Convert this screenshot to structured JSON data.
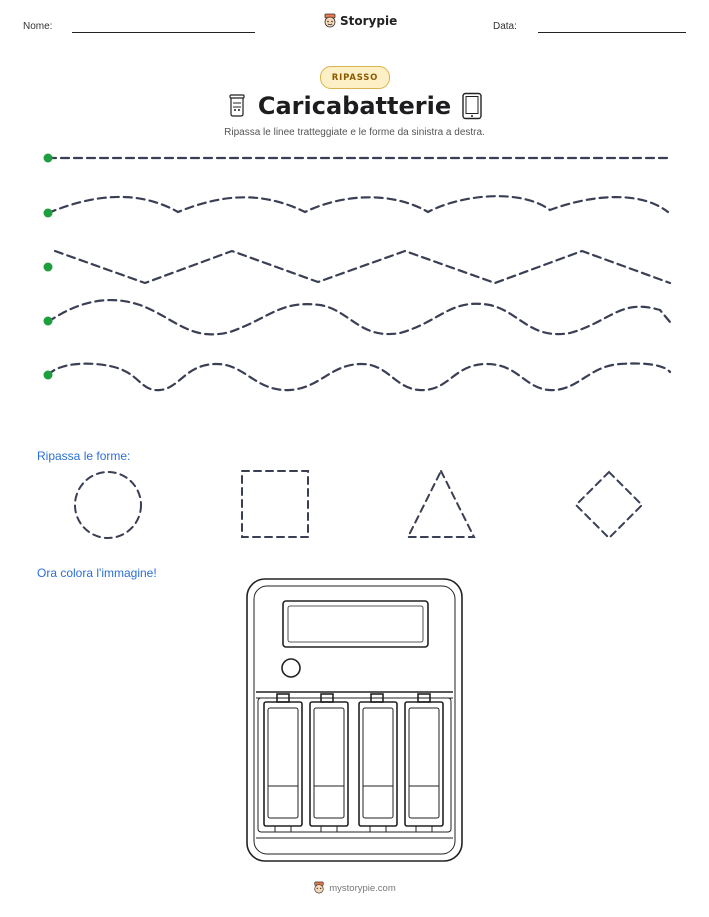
{
  "header": {
    "name_label": "Nome:",
    "date_label": "Data:",
    "brand": "Storypie"
  },
  "badge": "RIPASSO",
  "title": "Caricabatterie",
  "subtitle": "Ripassa le linee tratteggiate e le forme da sinistra a destra.",
  "trace_lines": [
    {
      "kind": "straight"
    },
    {
      "kind": "soft-wave"
    },
    {
      "kind": "zigzag"
    },
    {
      "kind": "wave"
    },
    {
      "kind": "loop-wave"
    }
  ],
  "shapes_label": "Ripassa le forme:",
  "shapes": [
    {
      "kind": "circle"
    },
    {
      "kind": "square"
    },
    {
      "kind": "triangle"
    },
    {
      "kind": "diamond"
    }
  ],
  "color_label": "Ora colora l'immagine!",
  "illustration": "battery-charger",
  "footer": "mystorypie.com",
  "colors": {
    "dash": "#3a3f55",
    "start_dot": "#1e9e3f",
    "section": "#2b6fd6",
    "badge_bg": "#fdf0c6"
  }
}
